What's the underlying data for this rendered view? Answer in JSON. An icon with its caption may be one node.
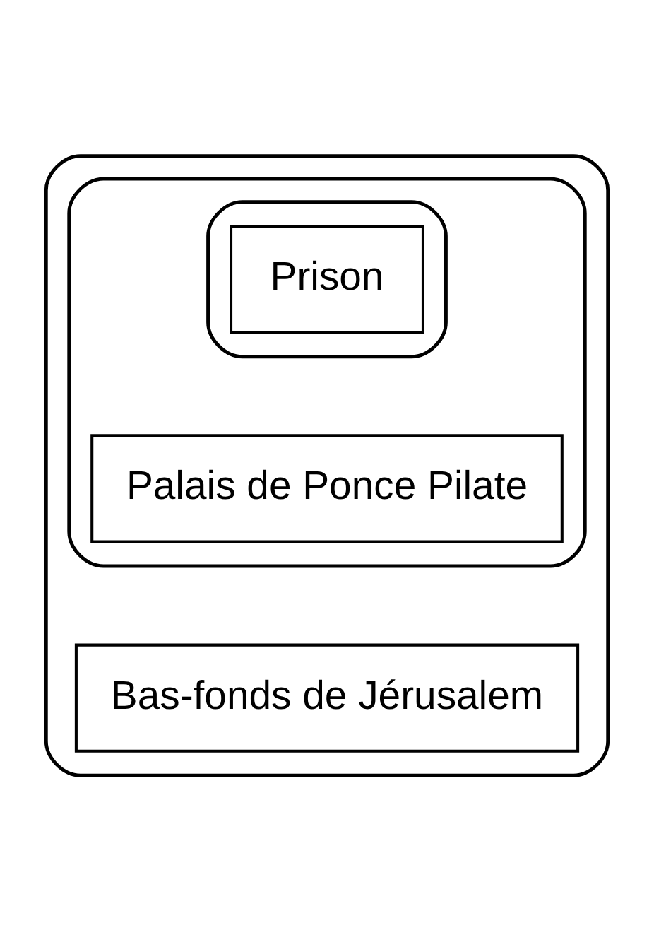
{
  "diagram": {
    "nodes": [
      {
        "text": [],
        "shape": "ellipse"
      },
      {
        "text": [],
        "shape": "ellipse",
        "in": 0
      },
      {
        "text": [
          "Palais de Ponce Pilate"
        ],
        "in": 1
      },
      {
        "text": [],
        "shape": "ellipse",
        "in": 1
      },
      {
        "text": [
          "Prison"
        ],
        "in": 3
      },
      {
        "text": [
          "Bas-fonds de Jérusalem"
        ],
        "in": 0
      }
    ],
    "edges": []
  }
}
